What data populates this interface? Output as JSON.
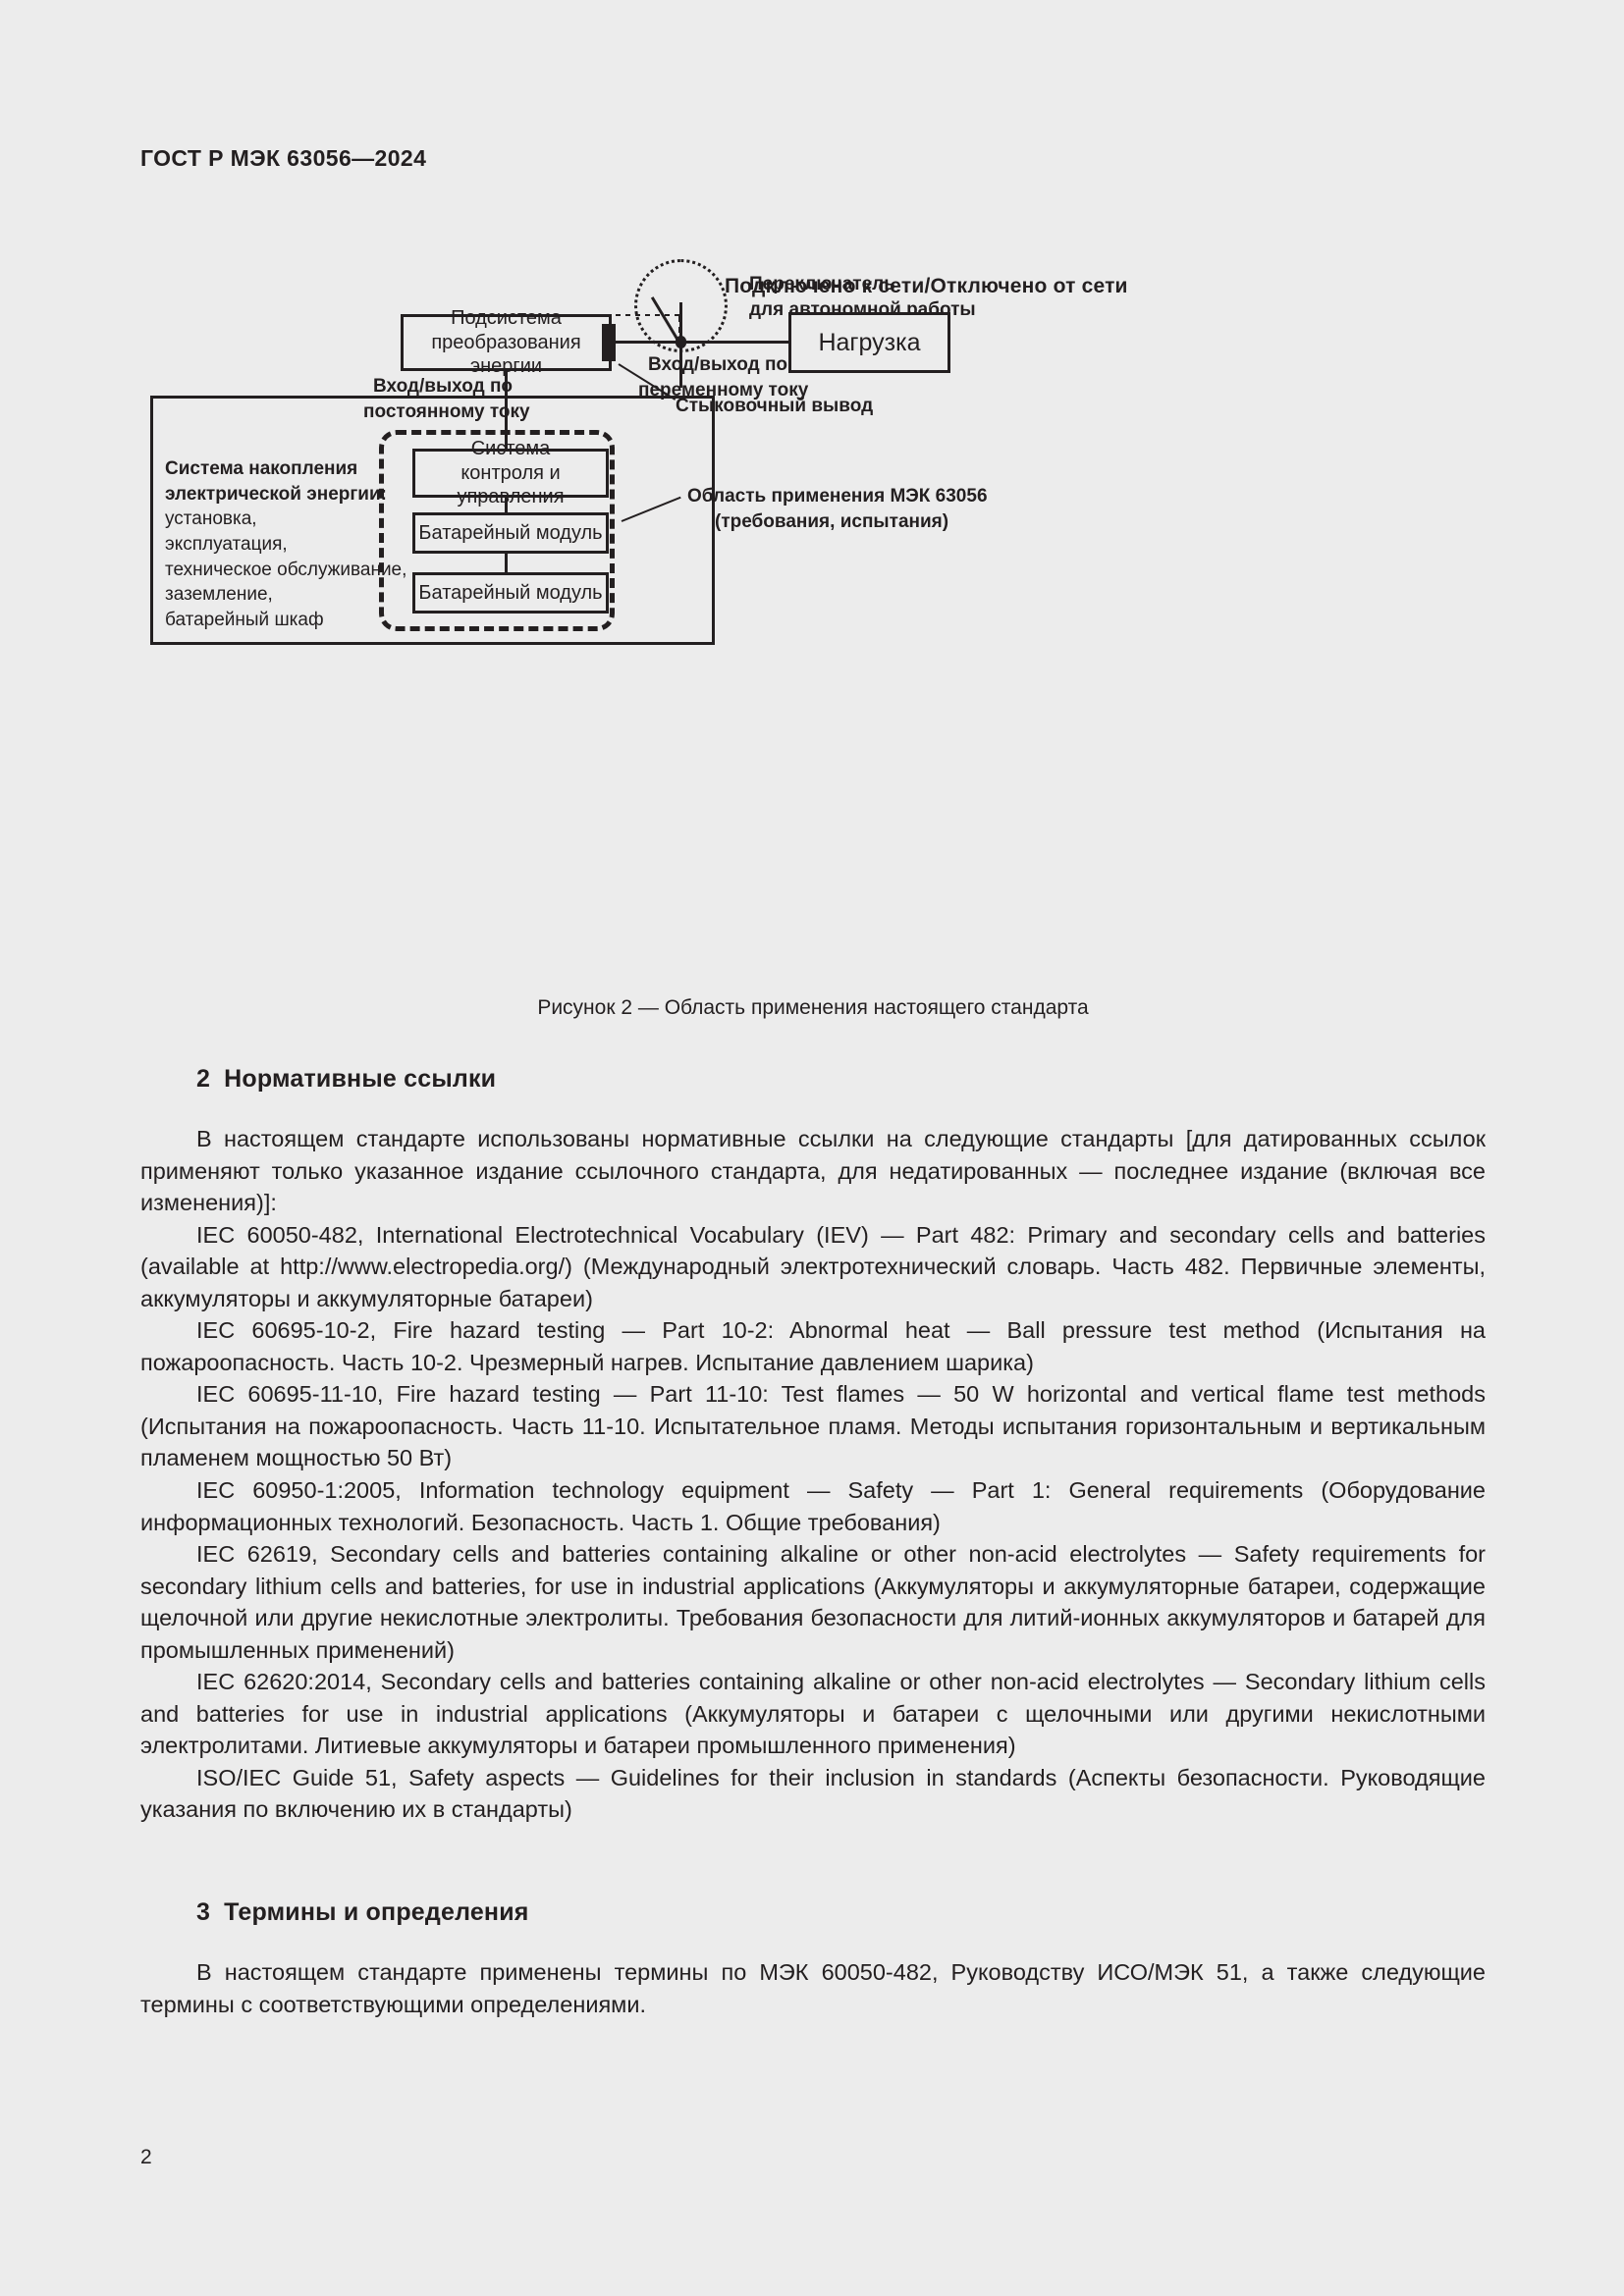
{
  "document": {
    "running_head": "ГОСТ Р МЭК 63056—2024",
    "page_number": "2"
  },
  "figure": {
    "top_label": "Подключено к сети/Отключено от сети",
    "switch_label_line1": "Переключатель",
    "switch_label_line2": "для автономной работы",
    "pcs_box_line1": "Подсистема",
    "pcs_box_line2": "преобразования энергии",
    "load_box": "Нагрузка",
    "dc_label_line1": "Вход/выход по",
    "dc_label_line2": "постоянному току",
    "ac_label_line1": "Вход/выход по",
    "ac_label_line2": "переменному току",
    "docking_label": "Стыковочный вывод",
    "scope_label_line1": "Область применения МЭК 63056",
    "scope_label_line2": "(требования, испытания)",
    "ess_title_line1": "Система накопления",
    "ess_title_line2": "электрической энергии:",
    "ess_items": [
      "установка,",
      "эксплуатация,",
      "техническое обслуживание,",
      "заземление,",
      "батарейный шкаф"
    ],
    "bms_box_line1": "Система",
    "bms_box_line2": "контроля и управления",
    "battery_module_1": "Батарейный модуль",
    "battery_module_2": "Батарейный модуль",
    "caption": "Рисунок 2 — Область применения настоящего стандарта"
  },
  "sections": {
    "normative": {
      "number": "2",
      "title": "Нормативные ссылки",
      "intro": "В настоящем стандарте использованы нормативные ссылки на следующие стандарты [для дати­рованных ссылок применяют только указанное издание ссылочного стандарта, для недатированных — последнее издание (включая все изменения)]:",
      "references": [
        "IEC 60050-482, International Electrotechnical Vocabulary (IEV) — Part 482: Primary and secondary cells and batteries (available at http://www.electropedia.org/) (Международный электротехнический сло­варь. Часть 482. Первичные элементы, аккумуляторы и аккумуляторные батареи)",
        "IEC 60695-10-2, Fire hazard testing — Part 10-2: Abnormal heat — Ball pressure test method (Испыта­ния на пожароопасность. Часть 10-2. Чрезмерный нагрев. Испытание давлением шарика)",
        "IEC 60695-11-10, Fire hazard testing — Part 11-10: Test flames — 50 W horizontal and vertical flame test methods (Испытания на пожароопасность. Часть 11-10. Испытательное пламя. Методы испытания горизонтальным и вертикальным пламенем мощностью 50 Вт)",
        "IEC 60950-1:2005, Information technology equipment — Safety — Part 1: General requirements (Обо­рудование информационных технологий. Безопасность. Часть 1. Общие требования)",
        "IEC 62619, Secondary cells and batteries containing alkaline or other non-acid electrolytes — Safety requirements for secondary lithium cells and batteries, for use in industrial applications (Аккумуляторы и аккумуляторные батареи, содержащие щелочной или другие некислотные электролиты. Требования безопасности для литий-ионных аккумуляторов и батарей для промышленных применений)",
        "IEC 62620:2014, Secondary cells and batteries containing alkaline or other non-acid electrolytes — Sec­ondary lithium cells and batteries for use in industrial applications (Аккумуляторы и батареи с щелочными или другими некислотными электролитами. Литиевые аккумуляторы и батареи промышленного при­менения)",
        "ISO/IEC Guide 51, Safety aspects — Guidelines for their inclusion in standards (Аспекты безопасности. Руководящие указания по включению их в стандарты)"
      ]
    },
    "terms": {
      "number": "3",
      "title": "Термины и определения",
      "intro": "В настоящем стандарте применены термины по МЭК 60050-482, Руководству ИСО/МЭК 51, а так­же следующие термины с соответствующими определениями."
    }
  }
}
